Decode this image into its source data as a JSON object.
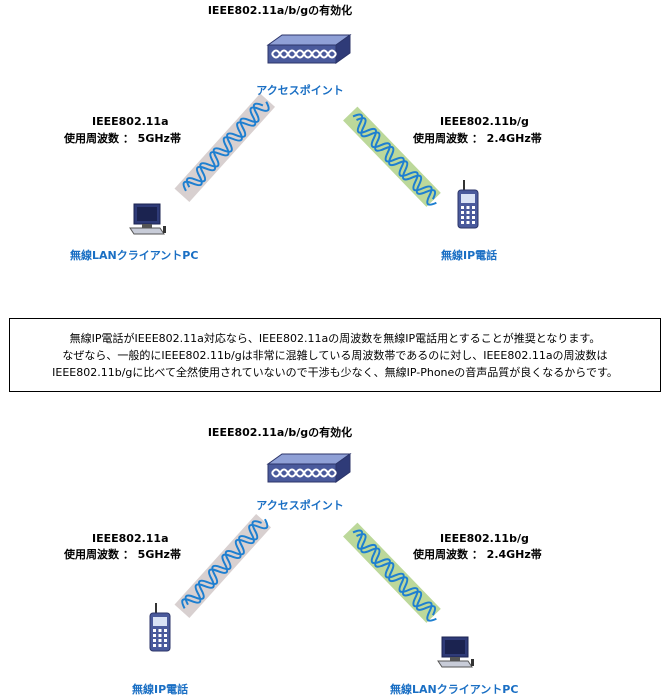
{
  "top": {
    "title": "IEEE802.11a/b/gの有効化",
    "ap_label": "アクセスポイント",
    "left_link": {
      "line1": "IEEE802.11a",
      "line2": "使用周波数 ： 5GHz帯"
    },
    "right_link": {
      "line1": "IEEE802.11b/g",
      "line2": "使用周波数 ： 2.4GHz帯"
    },
    "left_device": "無線LANクライアントPC",
    "right_device": "無線IP電話"
  },
  "note": {
    "line1": "無線IP電話がIEEE802.11a対応なら、IEEE802.11aの周波数を無線IP電話用とすることが推奨となります。",
    "line2": "なぜなら、一般的にIEEE802.11b/gは非常に混雑している周波数帯であるのに対し、IEEE802.11aの周波数は",
    "line3": "IEEE802.11b/gに比べて全然使用されていないので干渉も少なく、無線IP-Phoneの音声品質が良くなるからです。"
  },
  "bottom": {
    "title": "IEEE802.11a/b/gの有効化",
    "ap_label": "アクセスポイント",
    "left_link": {
      "line1": "IEEE802.11a",
      "line2": "使用周波数 ： 5GHz帯"
    },
    "right_link": {
      "line1": "IEEE802.11b/g",
      "line2": "使用周波数 ： 2.4GHz帯"
    },
    "left_device": "無線IP電話",
    "right_device": "無線LANクライアントPC"
  },
  "colors": {
    "label_blue": "#1a6fc4",
    "ap_body": "#4a5a9c",
    "band_5ghz": "#d8d0d0",
    "band_24ghz": "#bcd89a",
    "coil": "#1e7fd0"
  }
}
